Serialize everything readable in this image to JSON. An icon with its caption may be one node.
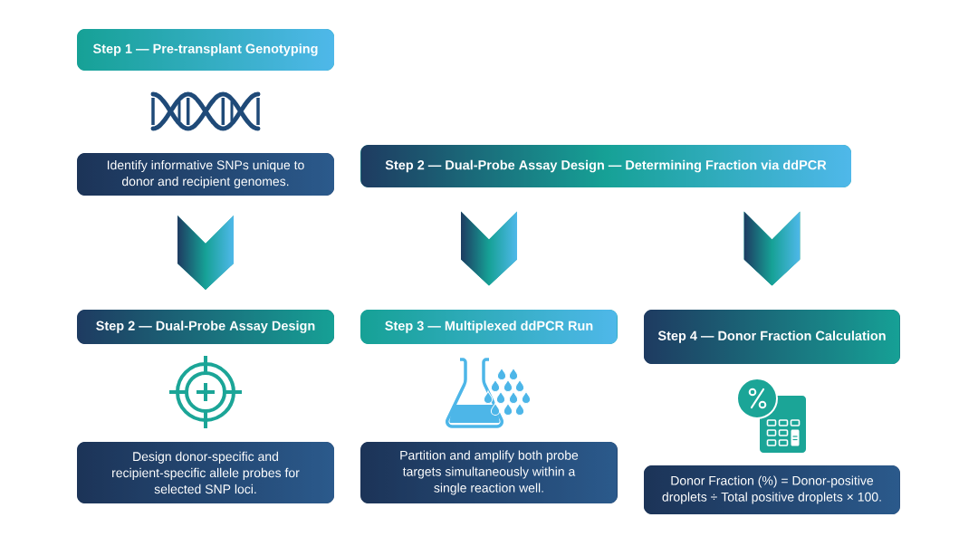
{
  "diagram": {
    "nodes": [
      {
        "text": [
          "Step 1 — Pre-transplant Genotyping"
        ]
      },
      {
        "text": [
          "Identify informative SNPs unique to donor and recipient genomes."
        ]
      },
      {
        "text": [
          "Step 2 — Dual-Probe Assay Design — Determining Fraction via ddPCR"
        ]
      },
      {
        "text": [
          "Step 2 — Dual-Probe Assay Design"
        ]
      },
      {
        "text": [
          "Step 3 — Multiplexed ddPCR Run"
        ]
      },
      {
        "text": [
          "Step 4 — Donor Fraction Calculation"
        ]
      },
      {
        "text": [
          "Design donor-specific and recipient-specific allele probes for selected SNP loci."
        ]
      },
      {
        "text": [
          "Partition and amplify both probe targets simultaneously within a single reaction well."
        ]
      },
      {
        "text": [
          "Donor Fraction (%) = Donor-positive droplets ÷ Total positive droplets × 100."
        ]
      }
    ],
    "edges": [
      {
        "from": 1,
        "to": 3,
        "arrow": "to"
      },
      {
        "from": 2,
        "to": 4,
        "arrow": "to"
      },
      {
        "from": 2,
        "to": 5,
        "arrow": "to"
      }
    ]
  }
}
